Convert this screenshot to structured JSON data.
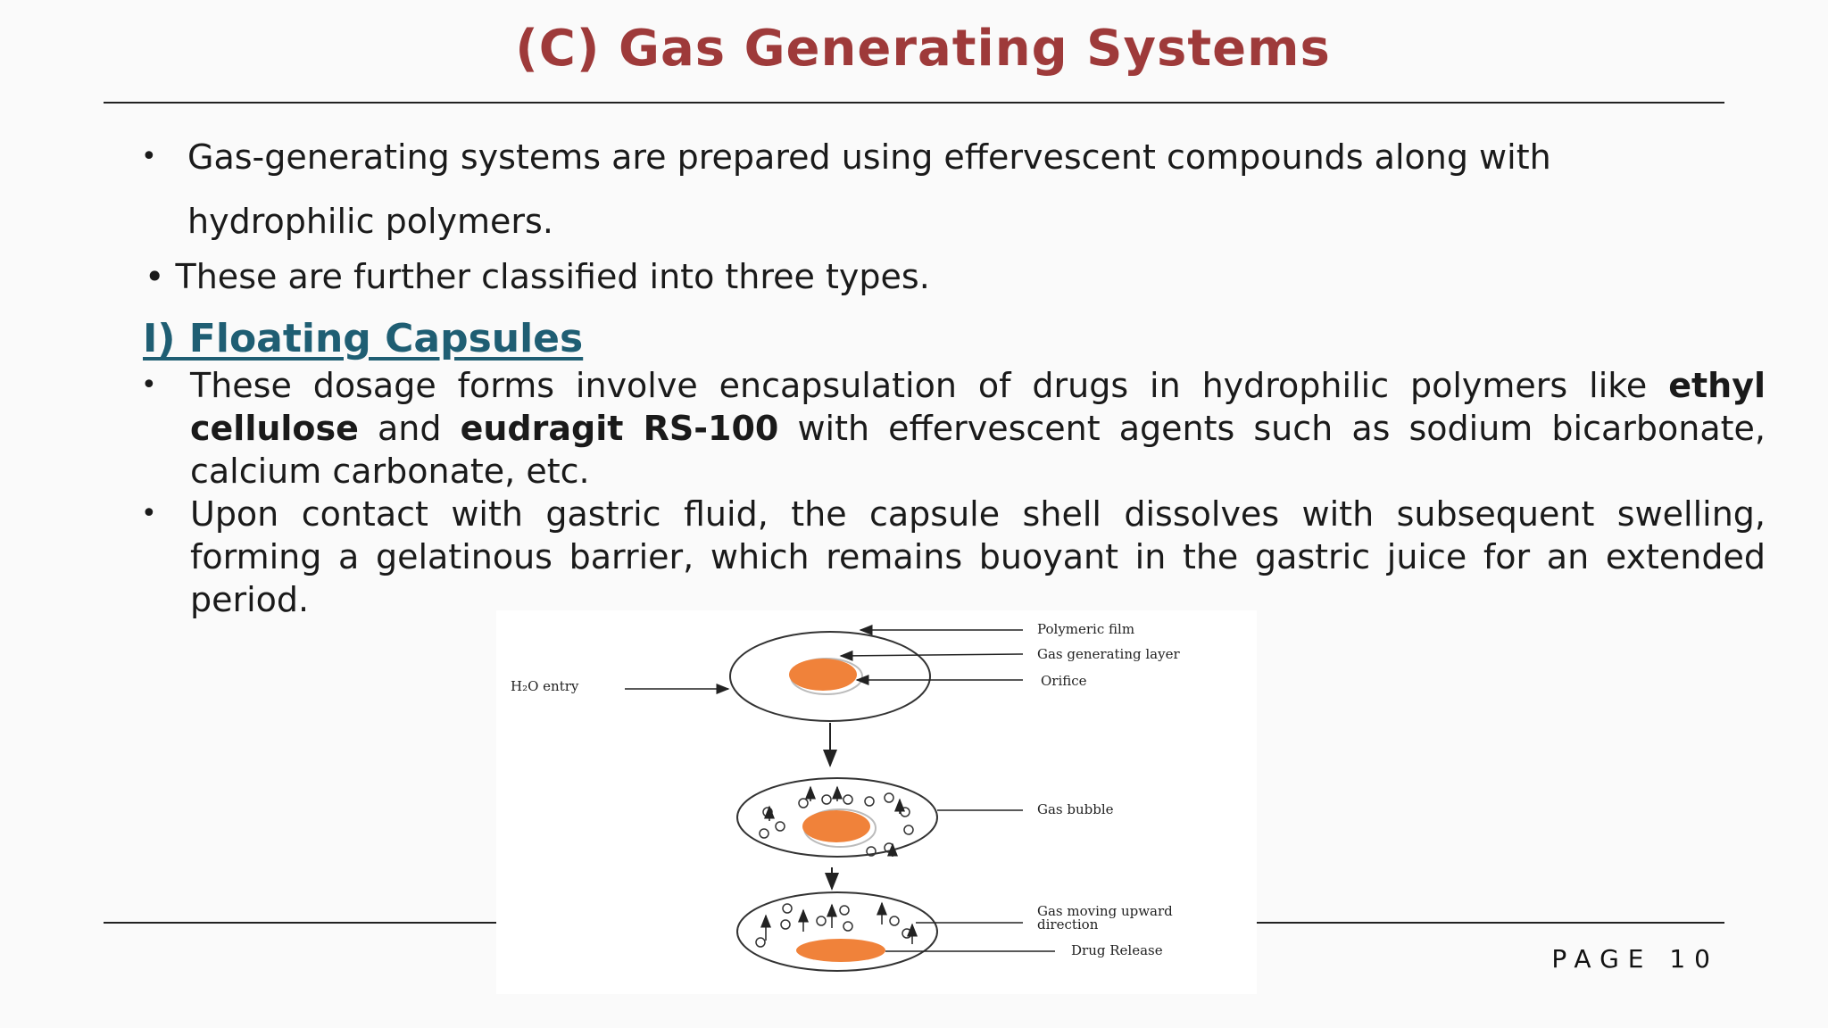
{
  "title": "(C) Gas Generating Systems",
  "intro_bullets": [
    "Gas-generating systems are prepared using effervescent compounds along with hydrophilic polymers.",
    "These are further classified into three types."
  ],
  "section_heading": "I) Floating Capsules",
  "section_bullets": [
    {
      "parts": [
        {
          "text": "These dosage forms involve encapsulation of drugs in hydrophilic polymers like ",
          "bold": false
        },
        {
          "text": "ethyl cellulose",
          "bold": true
        },
        {
          "text": " and ",
          "bold": false
        },
        {
          "text": "eudragit RS-100",
          "bold": true
        },
        {
          "text": " with effervescent agents such as sodium bicarbonate, calcium carbonate, etc.",
          "bold": false
        }
      ]
    },
    {
      "parts": [
        {
          "text": "Upon contact with gastric fluid, the capsule shell dissolves with subsequent swelling, forming a gelatinous barrier, which remains buoyant in the gastric juice for an extended period.",
          "bold": false
        }
      ]
    }
  ],
  "figure": {
    "labels": {
      "polymeric_film": "Polymeric film",
      "gas_generating_layer": "Gas generating layer",
      "orifice": "Orifice",
      "h2o_entry": "H₂O entry",
      "gas_bubble": "Gas bubble",
      "gas_moving_line1": "Gas moving upward",
      "gas_moving_line2": "direction",
      "drug_release": "Drug Release"
    },
    "colors": {
      "core": "#f0823a",
      "outline": "#333333"
    }
  },
  "page_label": "PAGE 10"
}
